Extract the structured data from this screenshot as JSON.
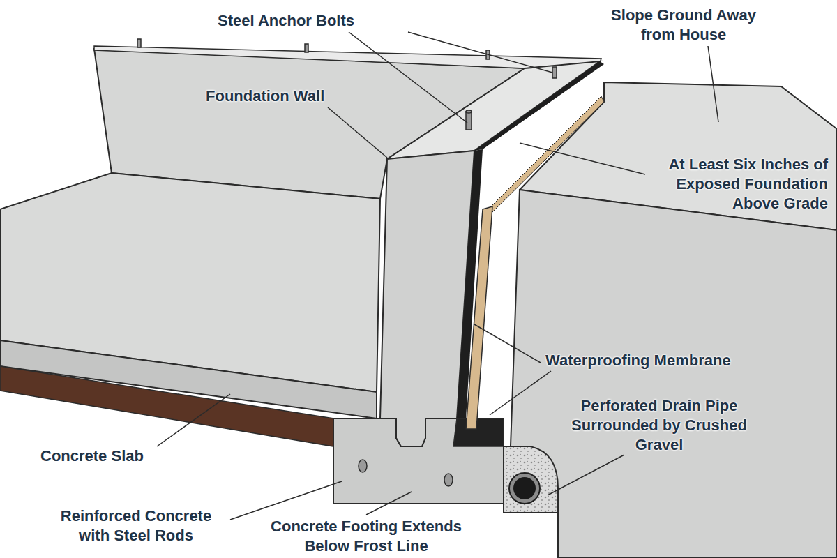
{
  "diagram": {
    "labels": [
      "Steel Anchor Bolts",
      "Slope Ground Away from House",
      "Foundation Wall",
      "At Least Six Inches of Exposed Foundation Above Grade",
      "Waterproofing Membrane",
      "Perforated Drain Pipe Surrounded by Crushed Gravel",
      "Concrete Slab",
      "Reinforced Concrete with Steel Rods",
      "Concrete Footing Extends Below Frost Line"
    ]
  }
}
